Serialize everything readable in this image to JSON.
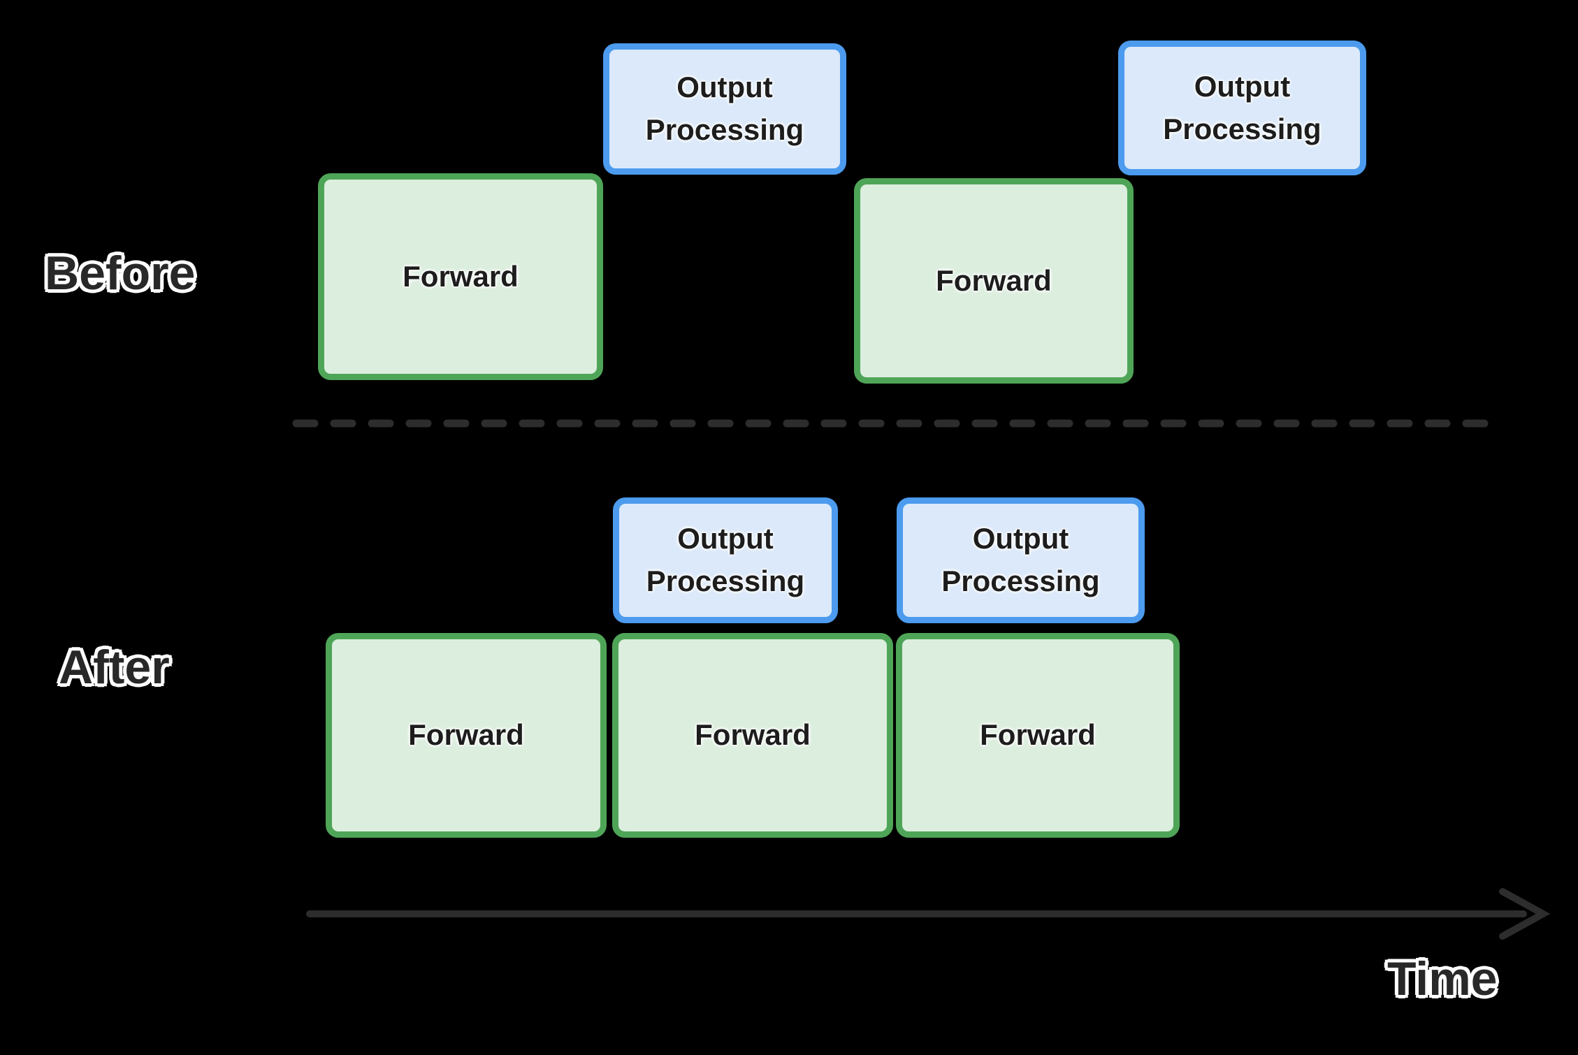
{
  "labels": {
    "before": "Before",
    "after": "After",
    "time": "Time"
  },
  "blocks": {
    "forward": "Forward",
    "output_processing": "Output Processing"
  },
  "rows": {
    "before": {
      "forward_count": 2,
      "output_processing_count": 2
    },
    "after": {
      "forward_count": 3,
      "output_processing_count": 2
    }
  },
  "colors": {
    "background": "#000000",
    "forward_fill": "#dceede",
    "forward_border": "#4fa557",
    "output_fill": "#dbe9fa",
    "output_border": "#4c9bee",
    "block_text": "#1d1d1d",
    "halo": "#ffffff",
    "label_text": "#282828",
    "label_outline": "#ffffff",
    "line_color": "#2d2d2d"
  }
}
